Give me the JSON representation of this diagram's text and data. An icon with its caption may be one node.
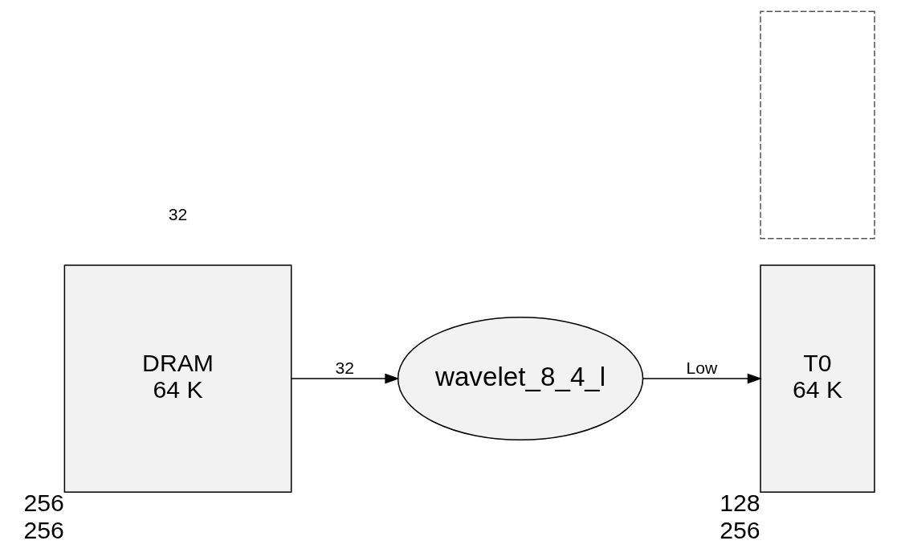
{
  "diagram": {
    "nodes": [
      {
        "text": [
          "DRAM",
          "64 K"
        ],
        "beside": [
          "256",
          "256"
        ]
      },
      {
        "text": [
          "wavelet_8_4_l"
        ]
      },
      {
        "text": [
          "T0",
          "64 K"
        ],
        "beside": [
          "128",
          "256"
        ]
      },
      {
        "text": [],
        "shape": "box"
      }
    ],
    "edges": [
      {
        "from": 0,
        "to": 1,
        "arrow": "to",
        "label": "32"
      },
      {
        "from": 1,
        "to": 2,
        "arrow": "to",
        "label": "Low"
      }
    ],
    "labels": [
      "32"
    ]
  }
}
